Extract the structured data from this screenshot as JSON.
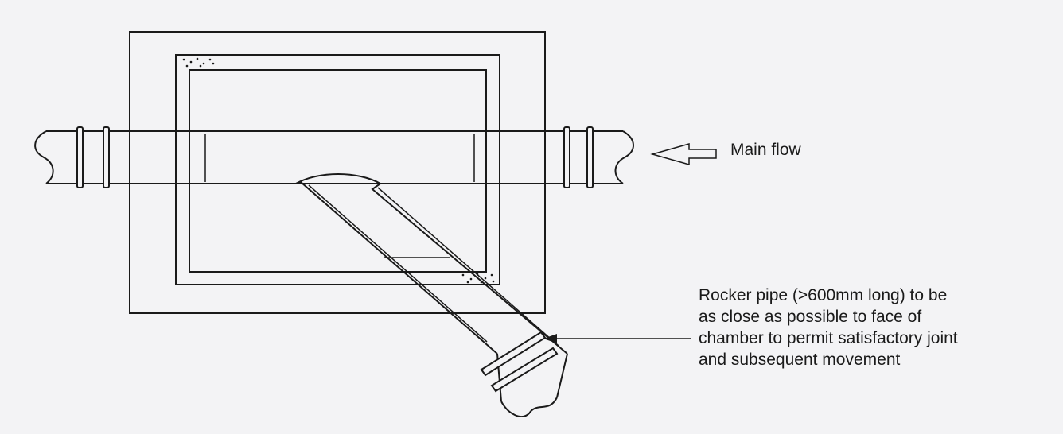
{
  "labels": {
    "main_flow": "Main flow",
    "rocker_pipe": [
      "Rocker pipe (>600mm long) to be",
      "as close as possible to face of",
      "chamber to permit satisfactory joint",
      "and subsequent movement"
    ]
  },
  "colors": {
    "line": "#1a1a1a",
    "background": "#f3f3f5"
  }
}
